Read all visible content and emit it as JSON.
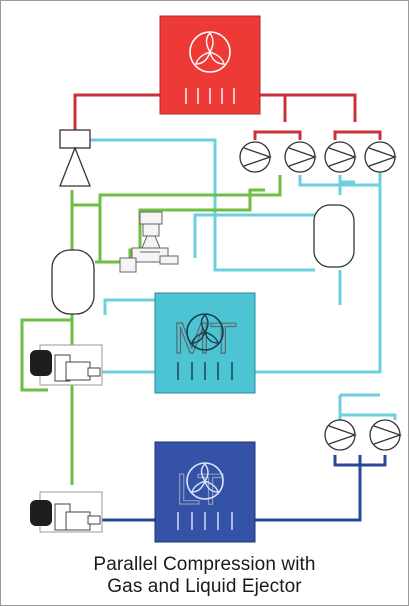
{
  "caption": {
    "line1": "Parallel Compression with",
    "line2": "Gas and Liquid Ejector"
  },
  "units": {
    "gas_cooler": {
      "label": "",
      "color": "#ee3a36"
    },
    "mt": {
      "label": "MT",
      "color": "#4cc4d4"
    },
    "lt": {
      "label": "LT",
      "color": "#3452a6"
    }
  },
  "colors": {
    "red_line": "#c9323a",
    "cyan_line": "#6ccfdc",
    "green_line": "#6fbe44",
    "blue_line": "#28479a",
    "outline": "#333333"
  }
}
